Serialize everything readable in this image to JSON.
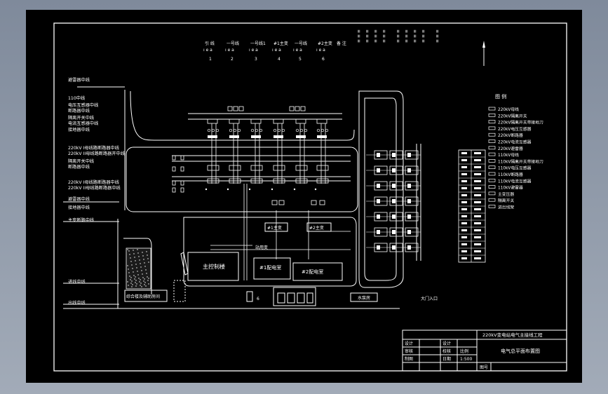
{
  "header": {
    "columns": [
      {
        "title": "引 线",
        "sub": "ı е а",
        "num": "1"
      },
      {
        "title": "一号线",
        "sub": "ı е а",
        "num": "2"
      },
      {
        "title": "一号线1",
        "sub": "ı е а",
        "num": "3"
      },
      {
        "title": "#1主变",
        "sub": "ı е а",
        "num": "4"
      },
      {
        "title": "一号线",
        "sub": "ı е а",
        "num": "5"
      },
      {
        "title": "#2主变",
        "sub": "ı е а",
        "num": "6"
      }
    ],
    "extra_label": "备 注"
  },
  "left_labels": [
    "避雷器中线",
    "110中线",
    "电压互感器中线",
    "断路器中线",
    "隔离开关中线",
    "电流互感器中线",
    "接地器中线",
    "220kV I母线路断路器中线",
    "220kV II母线路断路器开中线",
    "隔离开关中线",
    "断路器中线",
    "220kV I母线路断路器中线",
    "220kV II母线路断路器中线",
    "避雷器中线",
    "接地器中线",
    "主变断路中线",
    "进线中线",
    "出线中线"
  ],
  "buildings": {
    "main_control": "主控制楼",
    "transformer1": "#1主变",
    "transformer2": "#2主变",
    "room1": "#1配电室",
    "room2": "#2配电室",
    "office": "综合楼及辅助房间",
    "pump": "水泵房",
    "gate": "大门入口",
    "station_label": "站用变",
    "num6": "6"
  },
  "legend": {
    "title": "图 例",
    "items": [
      "220kV母线",
      "220kV隔离开关",
      "220kV隔离开关带接地刀",
      "220kV电压互感器",
      "220kV断路器",
      "220kV电流互感器",
      "220kV避雷器",
      "110kV母线",
      "110kV隔离开关带接地刀",
      "110kV电压互感器",
      "110kV断路器",
      "110kV电流互感器",
      "110kV避雷器",
      "主变压器",
      "隔离开关",
      "进出线架"
    ]
  },
  "title_block": {
    "project": "220kV变电站电气主接线工程",
    "drawing": "电气总平面布置图",
    "rows": [
      {
        "a": "设计",
        "b": "设计",
        "c": ""
      },
      {
        "a": "审核",
        "b": "校核",
        "c": "比例"
      },
      {
        "a": "制图",
        "b": "日期",
        "c": "1:500"
      }
    ],
    "code_label": "图号"
  }
}
